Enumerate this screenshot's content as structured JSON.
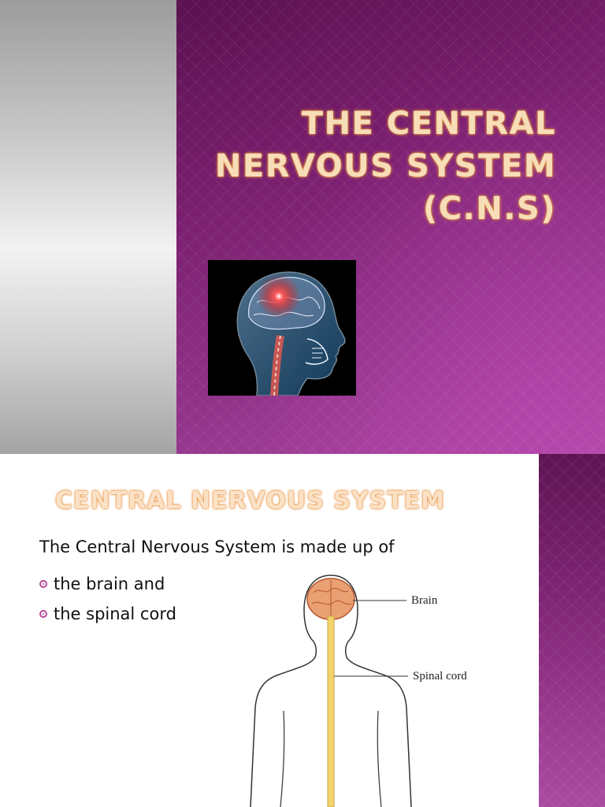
{
  "slide1": {
    "title_lines": [
      "THE CENTRAL",
      "NERVOUS SYSTEM",
      "(C.N.S)"
    ],
    "image": "xray-head-brain-glow-image"
  },
  "slide2": {
    "title": "CENTRAL NERVOUS SYSTEM",
    "intro": "The Central Nervous System is made up of",
    "bullets": [
      "the brain and",
      "the spinal cord"
    ],
    "bullet_icon": "target-bullet-icon",
    "diagram": {
      "labels": [
        "Brain",
        "Spinal cord"
      ]
    }
  },
  "colors": {
    "purple": "#7a1e6e",
    "title_orange": "#e89a36",
    "bullet": "#b8489c"
  }
}
